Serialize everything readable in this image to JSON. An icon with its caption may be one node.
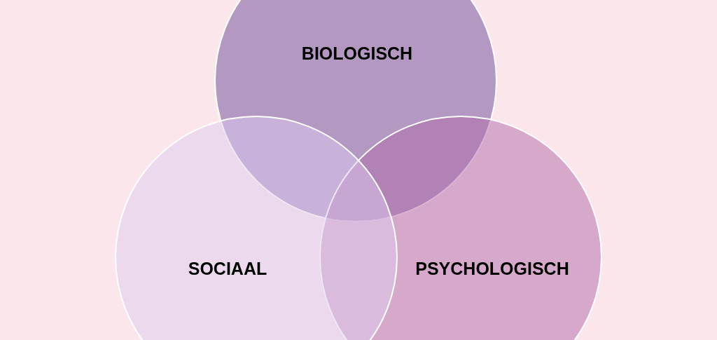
{
  "diagram": {
    "nodes": [
      {
        "text": [
          "BIOLOGISCH"
        ]
      },
      {
        "text": [
          "SOCIAAL"
        ]
      },
      {
        "text": [
          "PSYCHOLOGISCH"
        ]
      }
    ]
  }
}
